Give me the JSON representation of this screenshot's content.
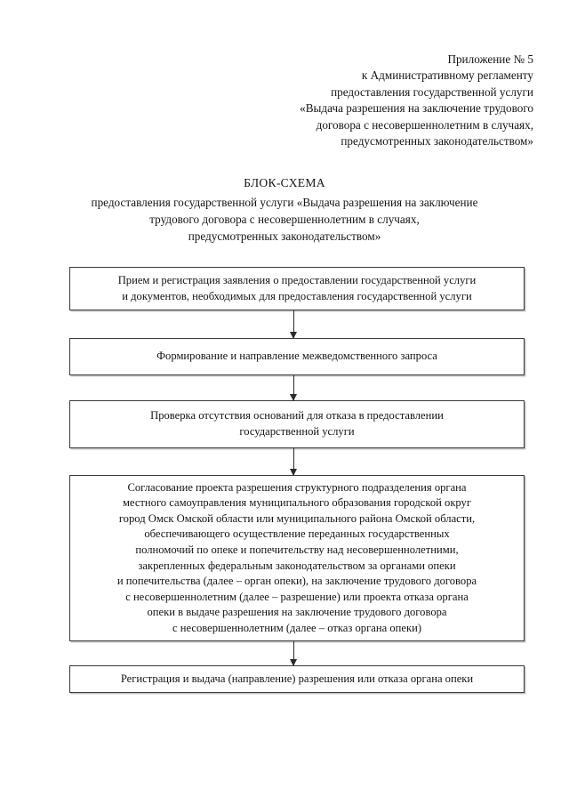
{
  "document": {
    "appendix_header": [
      "Приложение № 5",
      "к Административному регламенту",
      "предоставления государственной услуги",
      "«Выдача разрешения на заключение трудового",
      "договора с несовершеннолетним в случаях,",
      "предусмотренных законодательством»"
    ],
    "title": {
      "main": "БЛОК-СХЕМА",
      "subtitle_lines": [
        "предоставления государственной услуги «Выдача разрешения на заключение",
        "трудового договора с несовершеннолетним в случаях,",
        "предусмотренных законодательством»"
      ]
    }
  },
  "flowchart": {
    "nodes": [
      {
        "id": "intake",
        "lines": [
          "Прием и регистрация заявления о предоставлении государственной услуги",
          "и документов, необходимых для предоставления государственной услуги"
        ]
      },
      {
        "id": "request",
        "lines": [
          "Формирование и направление межведомственного запроса"
        ]
      },
      {
        "id": "check",
        "lines": [
          "Проверка отсутствия оснований для отказа в предоставлении",
          "государственной услуги"
        ]
      },
      {
        "id": "approval",
        "lines": [
          "Согласование проекта разрешения структурного подразделения органа",
          "местного самоуправления муниципального образования городской округ",
          "город Омск Омской области или муниципального района Омской области,",
          "обеспечивающего осуществление переданных государственных",
          "полномочий по опеке и попечительству над несовершеннолетними,",
          "закрепленных федеральным законодательством за органами опеки",
          "и попечительства (далее – орган опеки), на заключение трудового договора",
          "с несовершеннолетним (далее – разрешение) или проекта отказа органа",
          "опеки в выдаче разрешения на заключение трудового договора",
          "с несовершеннолетним (далее – отказ органа опеки)"
        ]
      },
      {
        "id": "issue",
        "lines": [
          "Регистрация и выдача (направление) разрешения или отказа органа опеки"
        ]
      }
    ],
    "connectors": [
      {
        "id": "conn-1",
        "from": "intake",
        "to": "request"
      },
      {
        "id": "conn-2",
        "from": "request",
        "to": "check"
      },
      {
        "id": "conn-3",
        "from": "check",
        "to": "approval"
      },
      {
        "id": "conn-4",
        "from": "approval",
        "to": "issue"
      }
    ]
  },
  "colors": {
    "page_background": "#ffffff",
    "text": "#141414",
    "box_border": "#3a3a3a",
    "arrow": "#2b2b2b"
  }
}
